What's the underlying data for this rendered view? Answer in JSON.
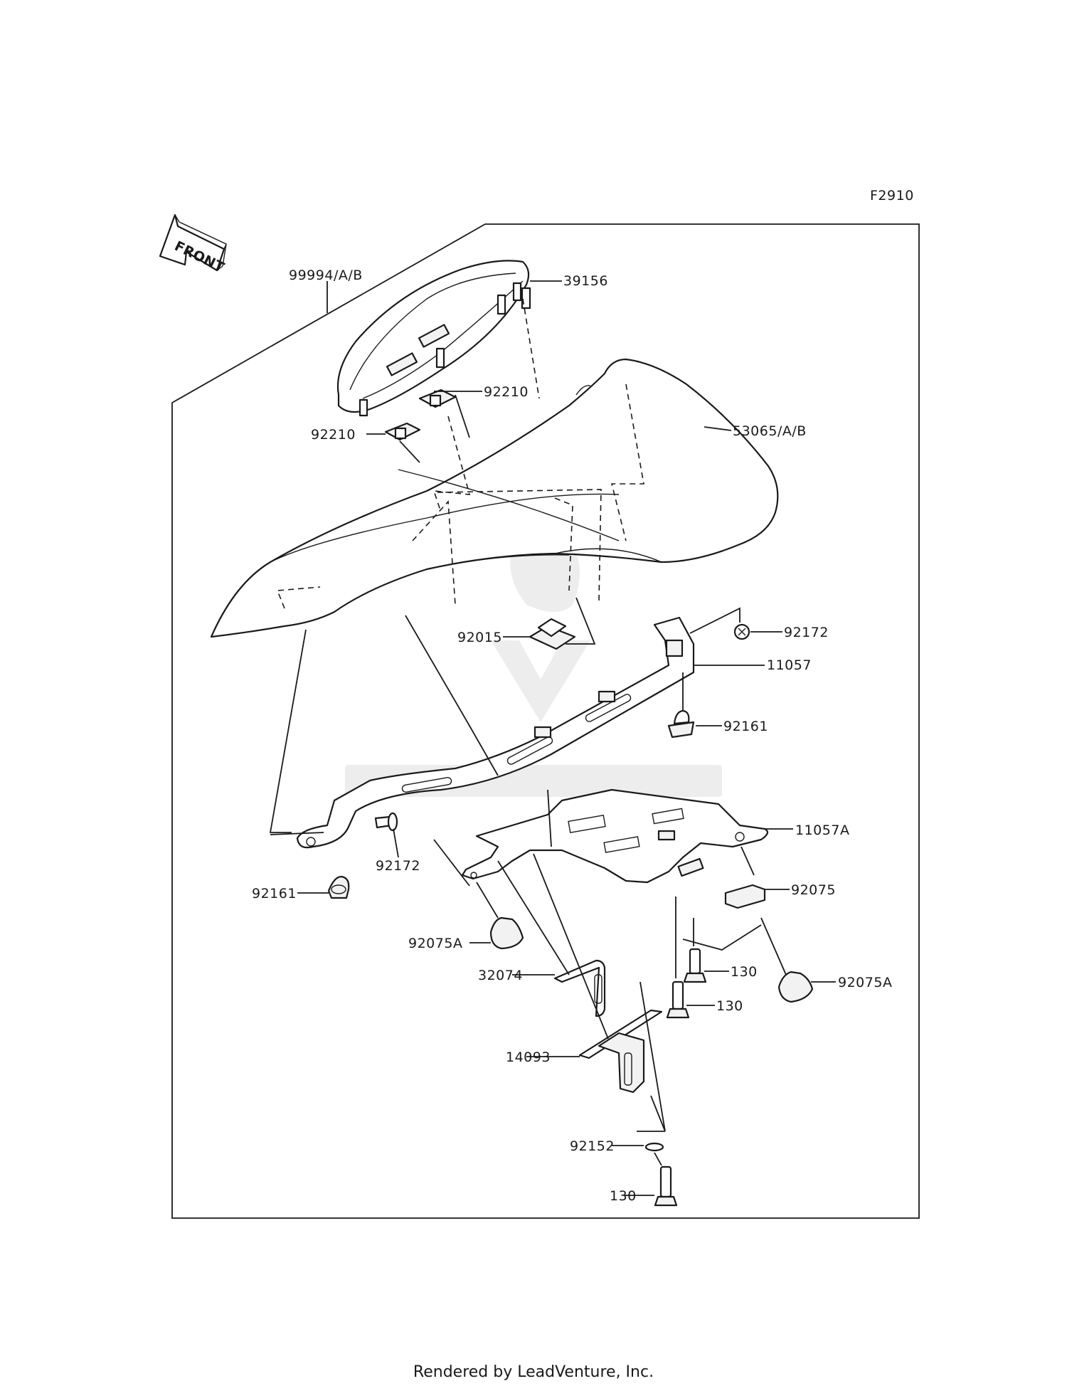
{
  "diagram_code": "F2910",
  "front_label": "FRONT",
  "callouts": [
    {
      "id": "99994",
      "text": "99994/A/B"
    },
    {
      "id": "39156",
      "text": "39156"
    },
    {
      "id": "92210a",
      "text": "92210"
    },
    {
      "id": "92210b",
      "text": "92210"
    },
    {
      "id": "53065",
      "text": "53065/A/B"
    },
    {
      "id": "92015",
      "text": "92015"
    },
    {
      "id": "92172a",
      "text": "92172"
    },
    {
      "id": "11057",
      "text": "11057"
    },
    {
      "id": "92161a",
      "text": "92161"
    },
    {
      "id": "11057A",
      "text": "11057A"
    },
    {
      "id": "92172b",
      "text": "92172"
    },
    {
      "id": "92161b",
      "text": "92161"
    },
    {
      "id": "92075",
      "text": "92075"
    },
    {
      "id": "92075Aa",
      "text": "92075A"
    },
    {
      "id": "32074",
      "text": "32074"
    },
    {
      "id": "130a",
      "text": "130"
    },
    {
      "id": "130b",
      "text": "130"
    },
    {
      "id": "92075Ab",
      "text": "92075A"
    },
    {
      "id": "14093",
      "text": "14093"
    },
    {
      "id": "92152",
      "text": "92152"
    },
    {
      "id": "130c",
      "text": "130"
    }
  ],
  "footer": "Rendered by LeadVenture, Inc."
}
